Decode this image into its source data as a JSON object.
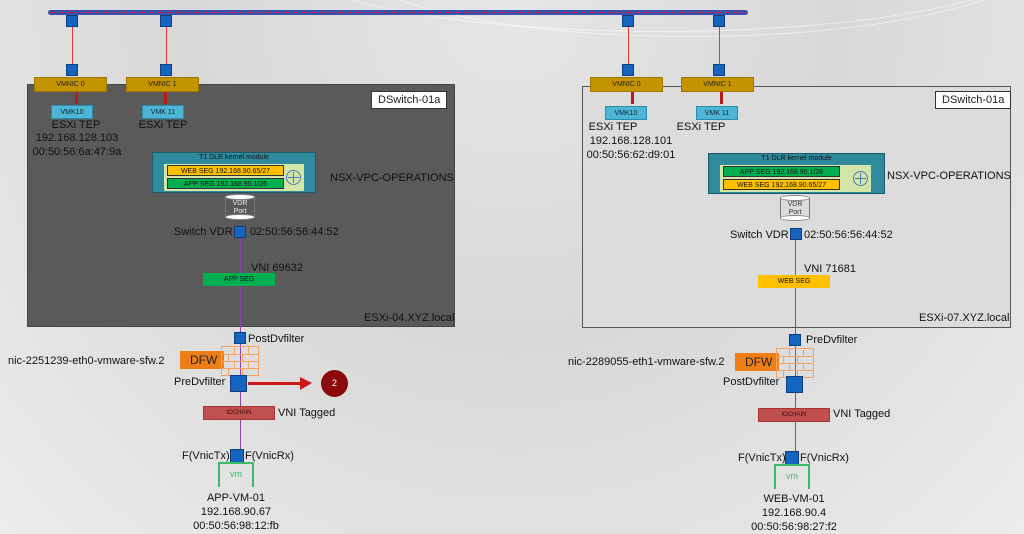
{
  "diagram": {
    "colors": {
      "underlay_bus": "#3a4fb0",
      "vmnic": "#c39400",
      "vmk": "#4db6d4",
      "web_seg": "#ffc000",
      "app_seg": "#00b050",
      "dfw": "#f07e16",
      "iochain": "#c0504d",
      "step_badge": "#8b0a0a"
    },
    "left_host": {
      "host_name": "ESXi-04.XYZ.local",
      "dswitch": "DSwitch-01a",
      "vmnics": [
        "VMNIC 0",
        "VMNIC 1"
      ],
      "vmks": [
        "VMK10",
        "VMK 11"
      ],
      "tep_labels": [
        "ESXi TEP",
        "ESXi TEP"
      ],
      "tep_ip": "192.168.128.103",
      "tep_mac": "00:50:56:6a:47:9a",
      "t1": {
        "title": "T1 DLR kernel module",
        "segments": [
          {
            "type": "web",
            "label": "WEB SEG 192.168.90.65/27"
          },
          {
            "type": "app",
            "label": "APP SEG 192.168.90.1/26"
          }
        ]
      },
      "vpc_label": "NSX-VPC-OPERATIONS",
      "vdr_port": [
        "VDR",
        "Port"
      ],
      "switch_vdr": "Switch VDR",
      "vdr_mac": "02:50:56:56:44:52",
      "vni": "VNI 69632",
      "segment_bar": "APP SEG",
      "filter_top": "PostDvfilter",
      "filter_bottom": "PreDvfilter",
      "dfw_label": "DFW",
      "nic_name": "nic-2251239-eth0-vmware-sfw.2",
      "iochain": "IOCHAIN",
      "vni_tagged": "VNI Tagged",
      "vnic_tx": "F(VnicTx)",
      "vnic_rx": "F(VnicRx)",
      "vm_icon": "vm",
      "vm_name": "APP-VM-01",
      "vm_ip": "192.168.90.67",
      "vm_mac": "00:50:56:98:12:fb",
      "step_badge": "2"
    },
    "right_host": {
      "host_name": "ESXi-07.XYZ.local",
      "dswitch": "DSwitch-01a",
      "vmnics": [
        "VMNIC 0",
        "VMNIC 1"
      ],
      "vmks": [
        "VMK10",
        "VMK 11"
      ],
      "tep_labels": [
        "ESXi TEP",
        "ESXi TEP"
      ],
      "tep_ip": "192.168.128.101",
      "tep_mac": "00:50:56:62:d9:01",
      "t1": {
        "title": "T1 DLR kernel module",
        "segments": [
          {
            "type": "app",
            "label": "APP SEG 192.168.90.1/26"
          },
          {
            "type": "web",
            "label": "WEB SEG 192.168.90.65/27"
          }
        ]
      },
      "vpc_label": "NSX-VPC-OPERATIONS",
      "vdr_port": [
        "VDR",
        "Port"
      ],
      "switch_vdr": "Switch VDR",
      "vdr_mac": "02:50:56:56:44:52",
      "vni": "VNI 71681",
      "segment_bar": "WEB  SEG",
      "filter_top": "PreDvfilter",
      "filter_bottom": "PostDvfilter",
      "dfw_label": "DFW",
      "nic_name": "nic-2289055-eth1-vmware-sfw.2",
      "iochain": "IOCHAIN",
      "vni_tagged": "VNI Tagged",
      "vnic_tx": "F(VnicTx)",
      "vnic_rx": "F(VnicRx)",
      "vm_icon": "vm",
      "vm_name": "WEB-VM-01",
      "vm_ip": "192.168.90.4",
      "vm_mac": "00:50:56:98:27:f2"
    }
  }
}
